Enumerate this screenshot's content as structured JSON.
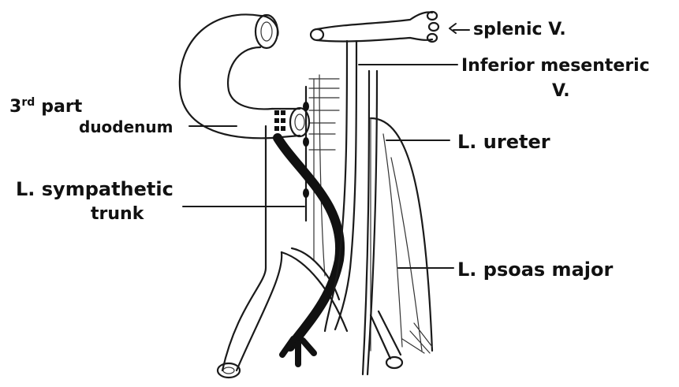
{
  "diagram": {
    "labels": {
      "splenic_v": "splenic V.",
      "inferior_mesenteric_line1": "Inferior mesenteric",
      "inferior_mesenteric_line2": "V.",
      "duodenum_line1_num": "3",
      "duodenum_line1_sup": "rd",
      "duodenum_line1_rest": "part",
      "duodenum_line2": "duodenum",
      "l_ureter": "L. ureter",
      "sympathetic_line1": "L. sympathetic",
      "sympathetic_line2": "trunk",
      "psoas": "L. psoas major"
    },
    "ink_color": "#1a1a1a",
    "vein_fill_color": "#111111"
  }
}
